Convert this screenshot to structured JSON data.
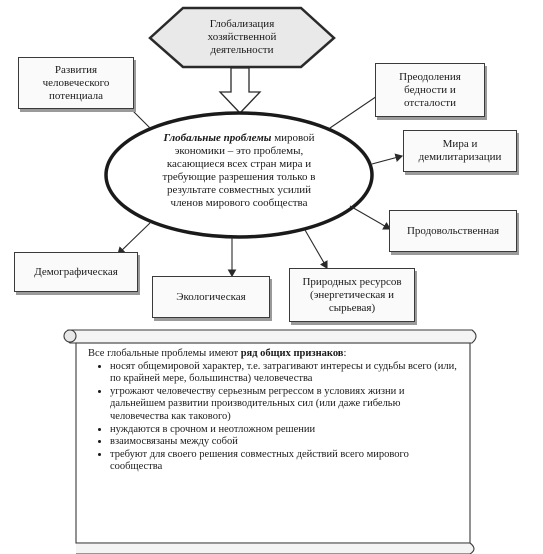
{
  "hexagon": {
    "lines": [
      "Глобализация",
      "хозяйственной",
      "деятельности"
    ]
  },
  "oval": {
    "bold_text": "Глобальные проблемы",
    "rest_lines": [
      " мировой",
      "экономики – это проблемы,",
      "касающиеся всех стран мира и",
      "требующие разрешения только в",
      "результате совместных усилий",
      "членов мирового сообщества"
    ]
  },
  "boxes": {
    "human_potential": [
      "Развития",
      "человеческого",
      "потенциала"
    ],
    "poverty": [
      "Преодоления",
      "бедности и",
      "отсталости"
    ],
    "peace": [
      "Мира и",
      "демилитаризации"
    ],
    "food": [
      "Продовольственная"
    ],
    "demographic": [
      "Демографическая"
    ],
    "ecological": [
      "Экологическая"
    ],
    "resources": [
      "Природных ресурсов",
      "(энергетическая и",
      "сырьевая)"
    ]
  },
  "scroll": {
    "intro_prefix": "Все глобальные проблемы имеют ",
    "intro_bold": "ряд общих признаков",
    "intro_suffix": ":",
    "items": [
      "носят общемировой характер, т.е. затрагивают интересы и судьбы всего (или, по крайней мере, большинства) человечества",
      "угрожают человечеству серьезным регрессом в условиях жизни и дальнейшем развитии производительных сил (или даже гибелью человечества как такового)",
      "нуждаются в срочном и неотложном решении",
      "взаимосвязаны между собой",
      "требуют для своего решения совместных действий всего мирового сообщества"
    ]
  }
}
